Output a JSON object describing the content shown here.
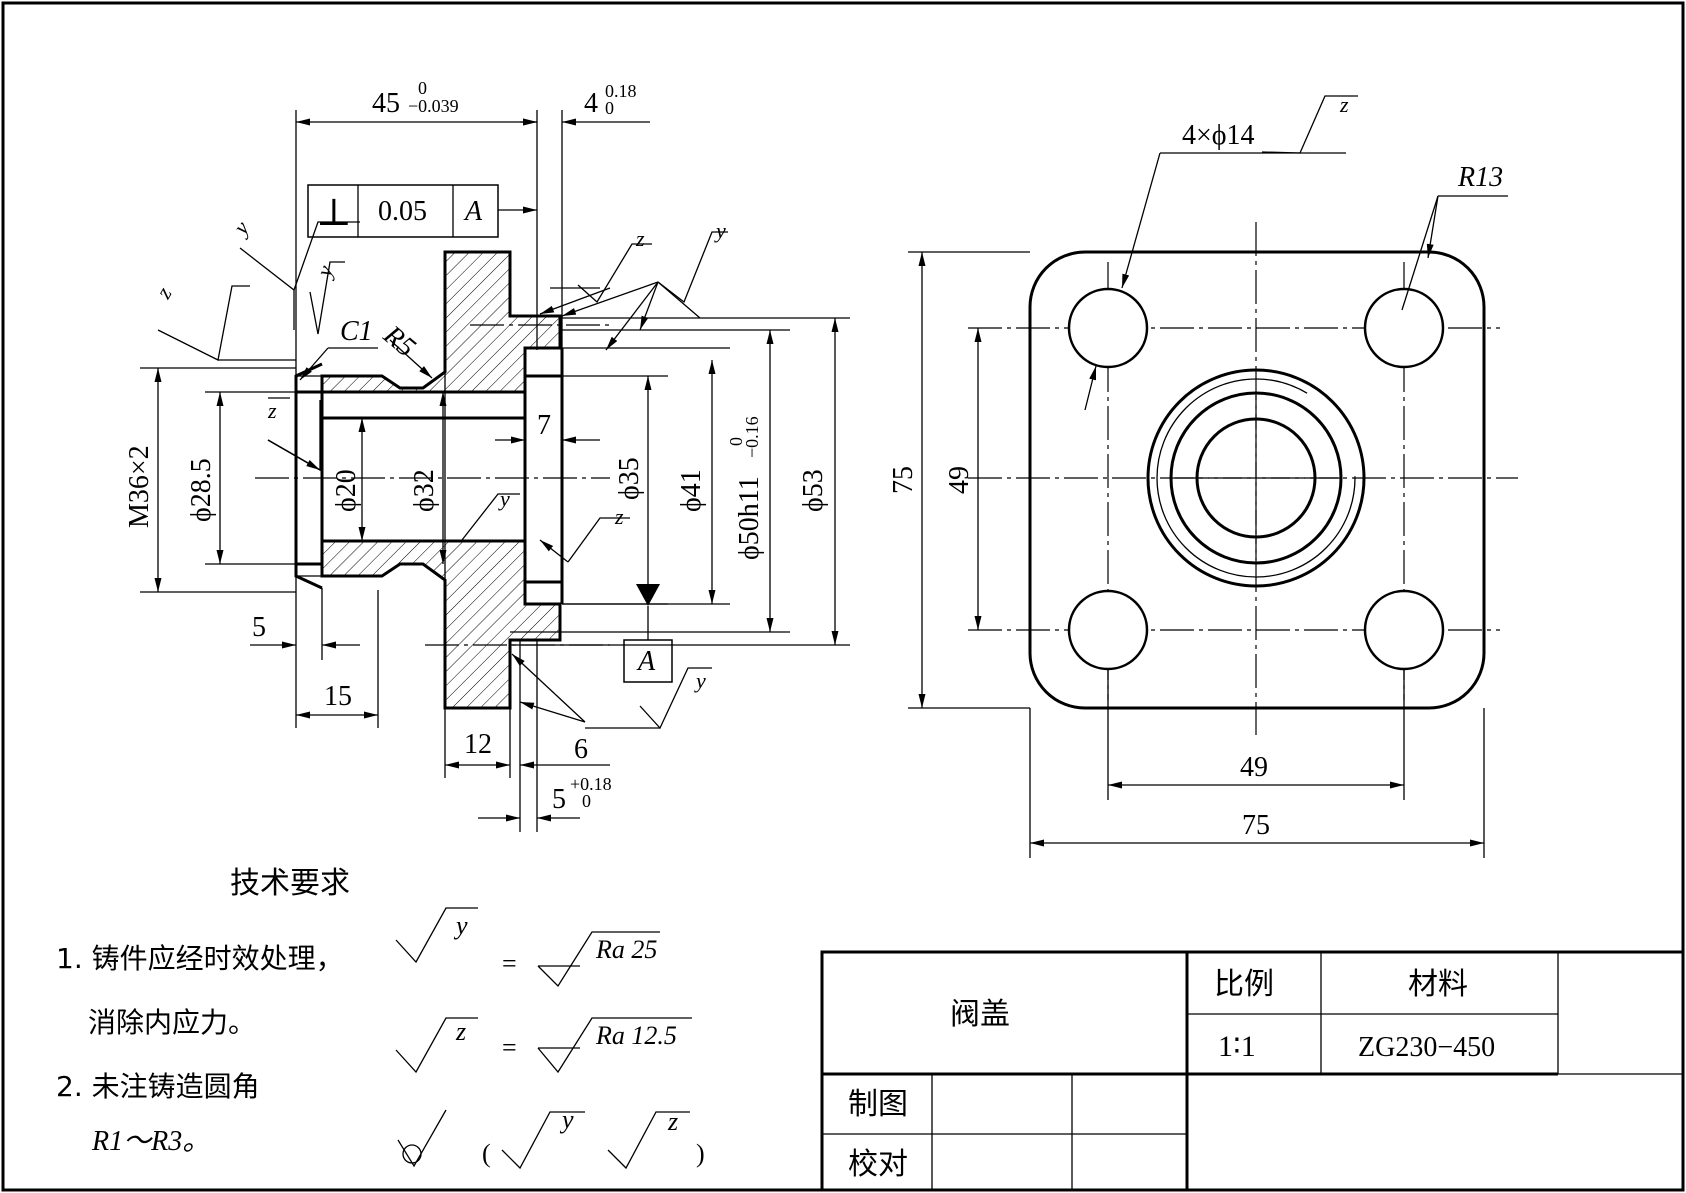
{
  "dims": {
    "len_45_base": "45",
    "len_45_upper": "0",
    "len_45_lower": "−0.039",
    "len_4_base": "4",
    "len_4_upper": "0.18",
    "len_4_lower": "0",
    "perp_symbol": "⊥",
    "perp_tolerance": "0.05",
    "perp_datum": "A",
    "chamfer": "C1",
    "fillet": "R5",
    "thread": "M36×2",
    "d_28_5": "ϕ28.5",
    "d_20": "ϕ20",
    "d_32": "ϕ32",
    "d_35": "ϕ35",
    "d_41": "ϕ41",
    "d_50": "ϕ50h11",
    "d_50_upper": "0",
    "d_50_lower": "−0.16",
    "d_53": "ϕ53",
    "len_7": "7",
    "len_5_left": "5",
    "len_15": "15",
    "len_12": "12",
    "len_6": "6",
    "len_5_base": "5",
    "len_5_upper": "+0.18",
    "len_5_lower": "0",
    "datum_a": "A",
    "holes": "4×ϕ14",
    "r13": "R13",
    "sq_75_v": "75",
    "sq_49_v": "49",
    "sq_49_h": "49",
    "sq_75_h": "75"
  },
  "roughness": {
    "y": "y",
    "z": "z"
  },
  "requirements": {
    "title": "技术要求",
    "item1_line1": "1. 铸件应经时效处理，",
    "item1_line2": "消除内应力。",
    "item2_line1": "2. 未注铸造圆角",
    "item2_line2": "R1～R3。",
    "eq": "=",
    "ra_25": "Ra 25",
    "ra_12_5": "Ra 12.5",
    "paren_open": "(",
    "paren_close": ")"
  },
  "title_block": {
    "part_name": "阀盖",
    "scale_label": "比例",
    "material_label": "材料",
    "scale_value": "1∶1",
    "material_value": "ZG230−450",
    "drawn_label": "制图",
    "checked_label": "校对"
  }
}
